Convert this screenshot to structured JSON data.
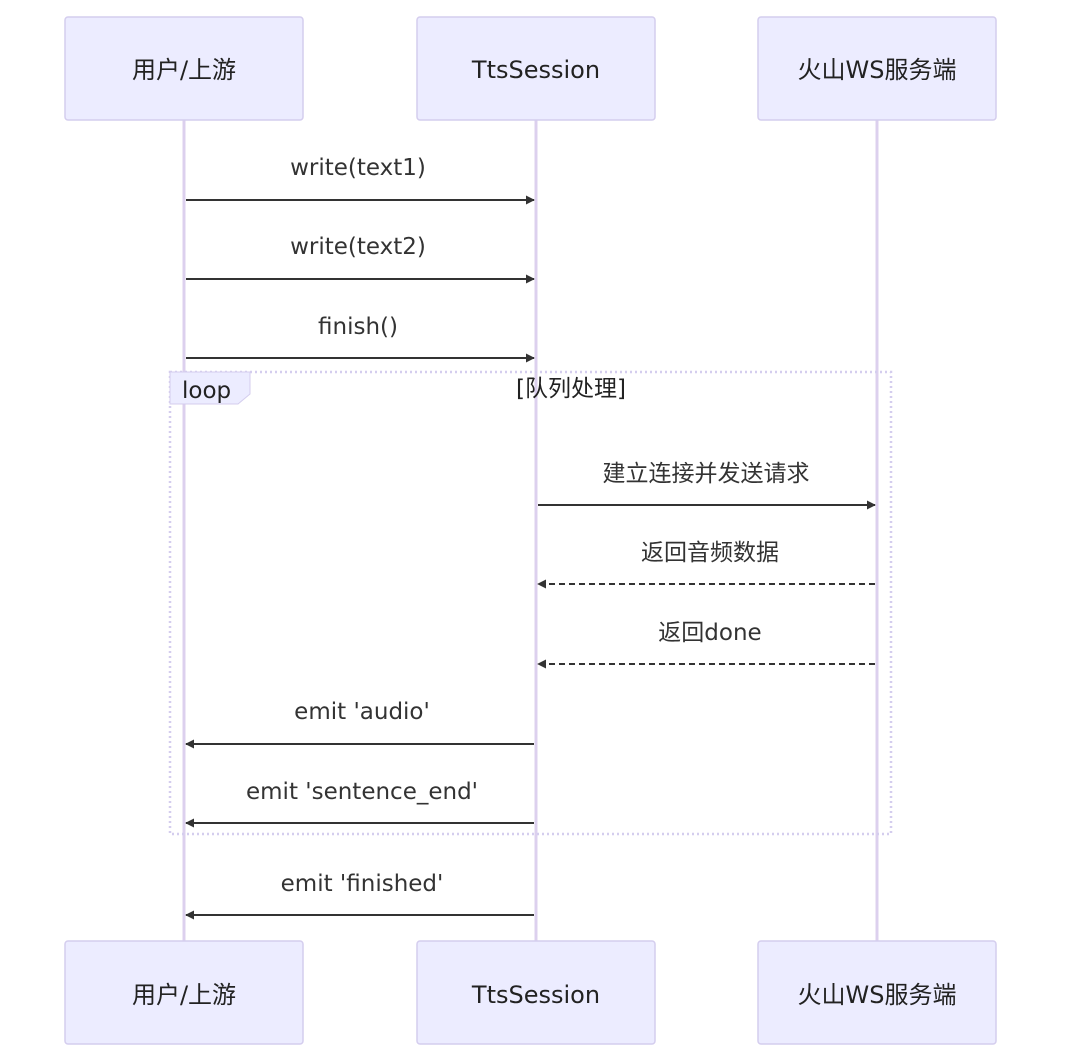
{
  "diagram": {
    "type": "sequence",
    "participants": [
      {
        "id": "user",
        "label": "用户/上游"
      },
      {
        "id": "tts",
        "label": "TtsSession"
      },
      {
        "id": "ws",
        "label": "火山WS服务端"
      }
    ],
    "messages": [
      {
        "from": "user",
        "to": "tts",
        "label": "write(text1)",
        "style": "solid"
      },
      {
        "from": "user",
        "to": "tts",
        "label": "write(text2)",
        "style": "solid"
      },
      {
        "from": "user",
        "to": "tts",
        "label": "finish()",
        "style": "solid"
      },
      {
        "from": "tts",
        "to": "ws",
        "label": "建立连接并发送请求",
        "style": "solid"
      },
      {
        "from": "ws",
        "to": "tts",
        "label": "返回音频数据",
        "style": "dashed"
      },
      {
        "from": "ws",
        "to": "tts",
        "label": "返回done",
        "style": "dashed"
      },
      {
        "from": "tts",
        "to": "user",
        "label": "emit 'audio'",
        "style": "solid"
      },
      {
        "from": "tts",
        "to": "user",
        "label": "emit 'sentence_end'",
        "style": "solid"
      },
      {
        "from": "tts",
        "to": "user",
        "label": "emit 'finished'",
        "style": "solid"
      }
    ],
    "loop": {
      "label": "loop",
      "condition": "[队列处理]"
    },
    "colors": {
      "actor_fill": "#ececff",
      "actor_stroke": "#d4cdee",
      "lifeline": "#dcd0ee",
      "arrow": "#333333"
    }
  }
}
